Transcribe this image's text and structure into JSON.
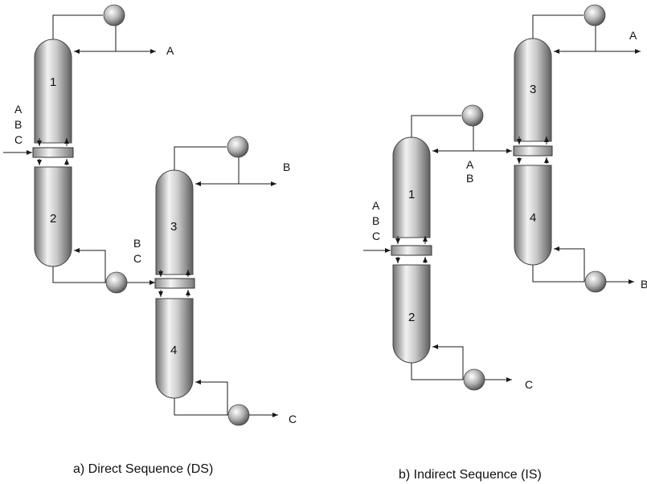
{
  "direct_sequence": {
    "caption": "a) Direct Sequence (DS)",
    "feed_labels": [
      "A",
      "B",
      "C"
    ],
    "column_1": "1",
    "column_2": "2",
    "column_3": "3",
    "column_4": "4",
    "product_top_1": "A",
    "intermediate_labels": [
      "B",
      "C"
    ],
    "product_top_3": "B",
    "product_bottom_4": "C"
  },
  "indirect_sequence": {
    "caption": "b) Indirect Sequence (IS)",
    "feed_labels": [
      "A",
      "B",
      "C"
    ],
    "column_1": "1",
    "column_2": "2",
    "column_3": "3",
    "column_4": "4",
    "intermediate_labels": [
      "A",
      "B"
    ],
    "product_top_3": "A",
    "product_bottom_4": "B",
    "product_bottom_2": "C"
  }
}
